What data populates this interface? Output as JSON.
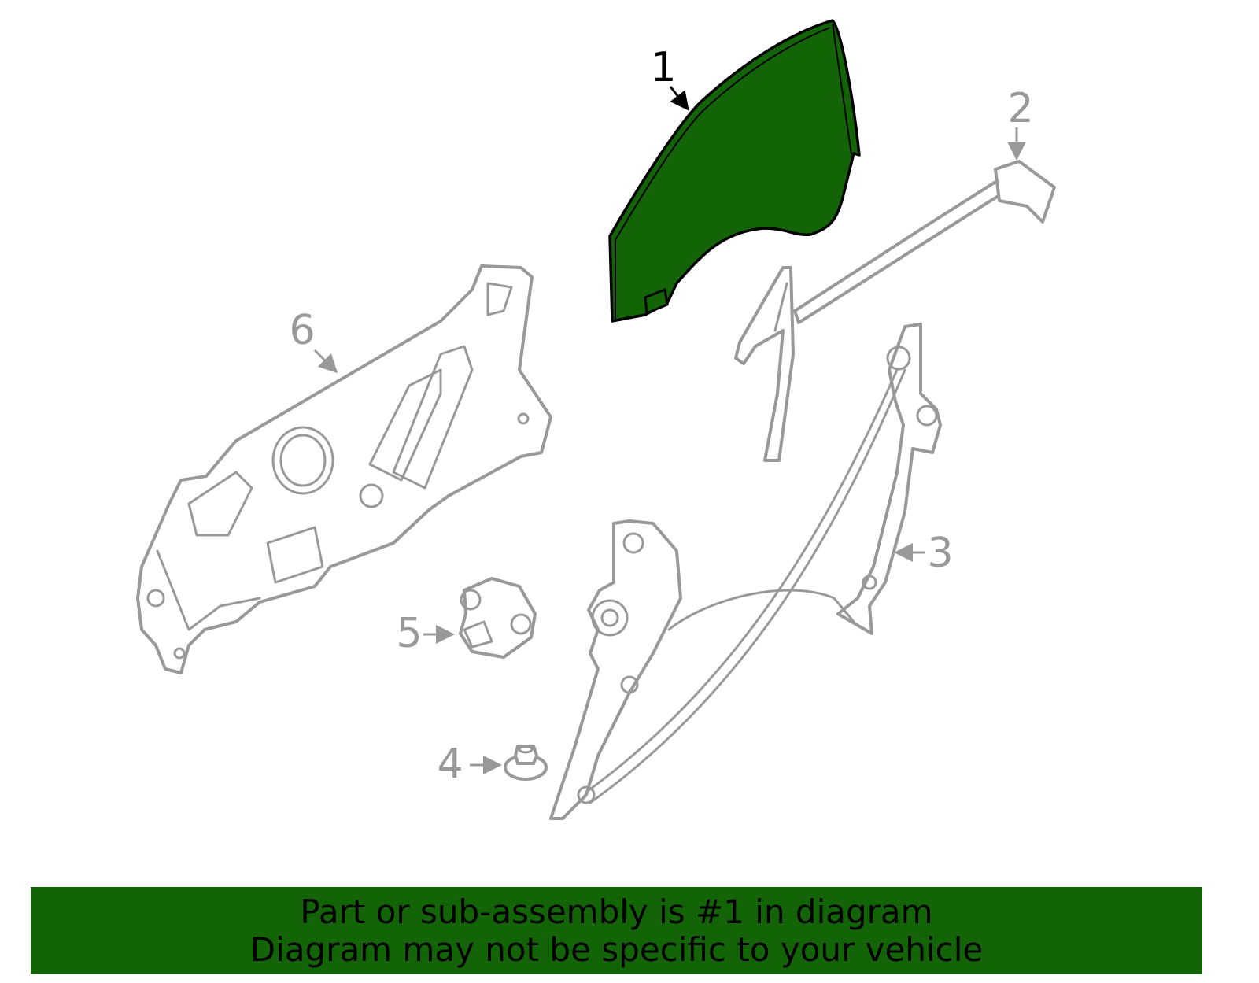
{
  "diagram": {
    "callouts": [
      "1",
      "2",
      "3",
      "4",
      "5",
      "6"
    ],
    "selected_part": "1",
    "highlight_color": "#126407",
    "part_line_color": "#999999",
    "selected_line_color": "#000000"
  },
  "banner": {
    "line1": "Part or sub-assembly is #1 in diagram",
    "line2": "Diagram may not be specific to your vehicle"
  }
}
